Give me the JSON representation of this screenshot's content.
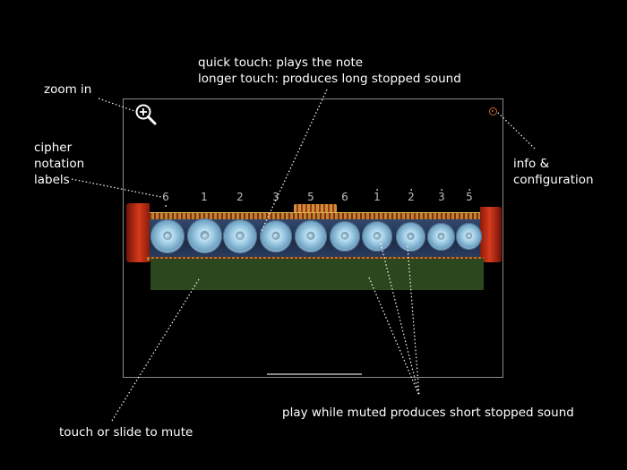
{
  "annotations": {
    "zoom_in": "zoom in",
    "cipher_labels": [
      "cipher",
      "notation",
      "labels"
    ],
    "touch_lines": [
      "quick touch: plays the note",
      "longer touch: produces long stopped sound"
    ],
    "info_config": [
      "info &",
      "configuration"
    ],
    "mute": "touch or slide to mute",
    "muted_play": "play while muted produces short stopped sound"
  },
  "cipher_notes": [
    {
      "digit": "6",
      "dot": "below"
    },
    {
      "digit": "1",
      "dot": ""
    },
    {
      "digit": "2",
      "dot": ""
    },
    {
      "digit": "3",
      "dot": ""
    },
    {
      "digit": "5",
      "dot": ""
    },
    {
      "digit": "6",
      "dot": ""
    },
    {
      "digit": "1",
      "dot": "above"
    },
    {
      "digit": "2",
      "dot": "above"
    },
    {
      "digit": "3",
      "dot": "above"
    },
    {
      "digit": "5",
      "dot": "above"
    }
  ],
  "icons": {
    "zoom": "zoom-in-magnifier-icon",
    "info": "info-configuration-icon"
  },
  "colors": {
    "background": "#000000",
    "annotation_text": "#ffffff",
    "frame_red": "#d63a1c",
    "gold_trim": "#c9923a",
    "muffler_green": "#2a471e",
    "gong_blue": "#94c3dd",
    "info_orange": "#c8682a"
  }
}
